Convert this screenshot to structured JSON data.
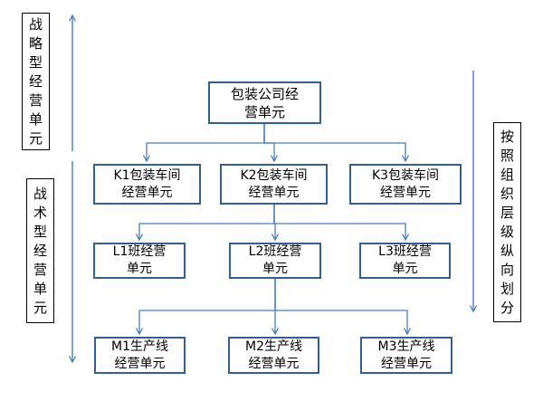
{
  "side_labels": {
    "strategic": "战略型经营单元",
    "tactical": "战术型经营单元",
    "right": "按照组织层级纵向划分"
  },
  "nodes": {
    "root": "包装公司经\n营单元",
    "k1": "K1包装车间\n经营单元",
    "k2": "K2包装车间\n经营单元",
    "k3": "K3包装车间\n经营单元",
    "l1": "L1班经营\n单元",
    "l2": "L2班经营\n单元",
    "l3": "L3班经营\n单元",
    "m1": "M1生产线\n经营单元",
    "m2": "M2生产线\n经营单元",
    "m3": "M3生产线\n经营单元"
  },
  "colors": {
    "node_border": "#365F91",
    "connector": "#4A7EBB",
    "label_border": "#000000",
    "text": "#000000",
    "background": "#FFFFFF"
  }
}
